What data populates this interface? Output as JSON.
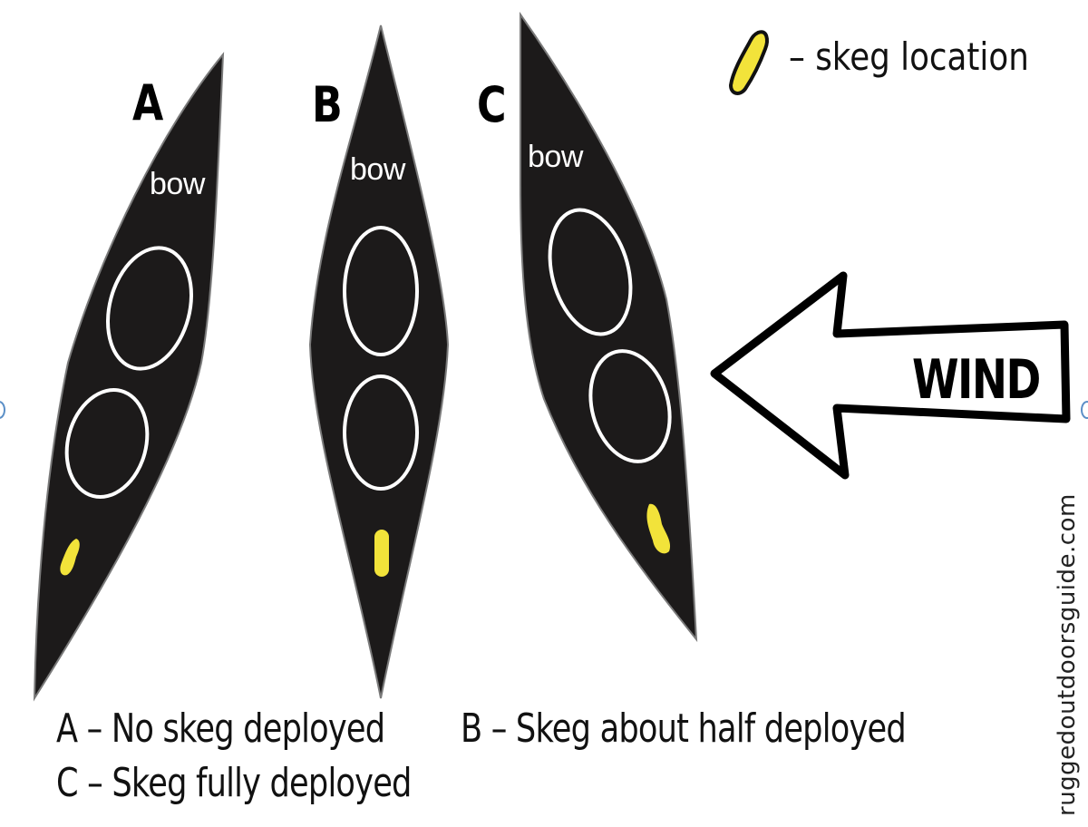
{
  "legend": {
    "icon": "skeg-marker-icon",
    "text": "– skeg location"
  },
  "kayaks": [
    {
      "id": "A",
      "label": "A",
      "bow_label": "bow",
      "skeg": "none",
      "hull_color": "#1c1a1a"
    },
    {
      "id": "B",
      "label": "B",
      "bow_label": "bow",
      "skeg": "half",
      "hull_color": "#1c1a1a"
    },
    {
      "id": "C",
      "label": "C",
      "bow_label": "bow",
      "skeg": "full",
      "hull_color": "#1c1a1a"
    }
  ],
  "wind": {
    "label": "WIND",
    "direction": "right-to-left"
  },
  "captions": {
    "a": "A – No skeg deployed",
    "b": "B – Skeg about half deployed",
    "c": "C – Skeg fully deployed"
  },
  "watermark": "ruggedoutdoorsguide.com",
  "colors": {
    "hull": "#1c1a1a",
    "cockpit_ring": "#ffffff",
    "skeg": "#f2e33a",
    "background": "#ffffff"
  }
}
